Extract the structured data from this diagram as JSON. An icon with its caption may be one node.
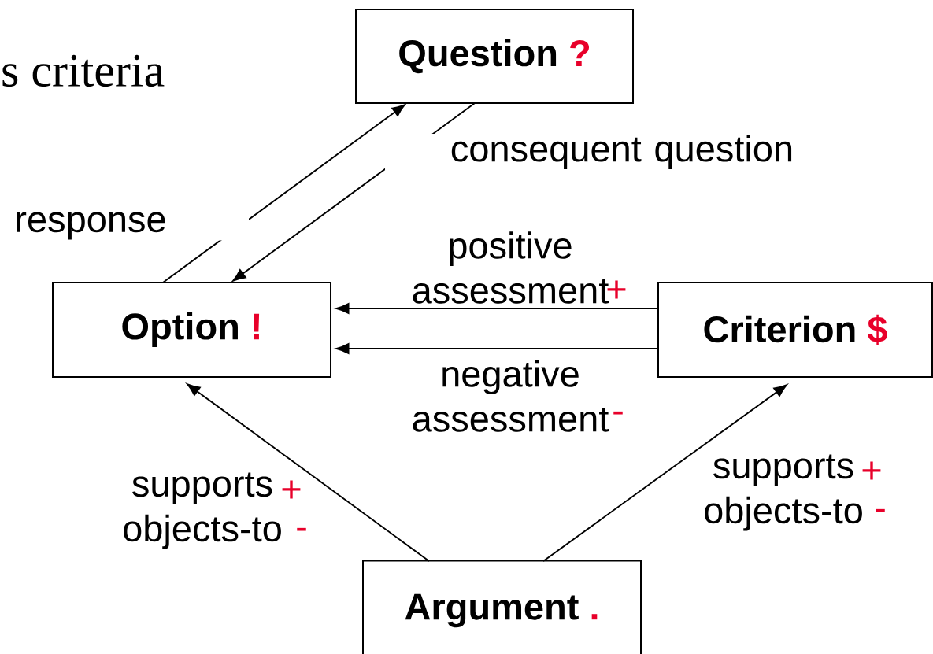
{
  "diagram": {
    "nodes": [
      {
        "text": [
          "Question",
          "?"
        ]
      },
      {
        "text": [
          "Option",
          "!"
        ]
      },
      {
        "text": [
          "Criterion",
          "$"
        ]
      },
      {
        "text": [
          "Argument",
          "."
        ]
      }
    ],
    "edges": [
      {
        "from": 1,
        "to": 0,
        "arrow": "to",
        "label": "response"
      },
      {
        "from": 0,
        "to": 1,
        "arrow": "to",
        "label": "consequent question"
      },
      {
        "from": 2,
        "to": 1,
        "arrow": "to",
        "label": "positive assessment"
      },
      {
        "from": 2,
        "to": 1,
        "arrow": "to",
        "label": "negative assessment"
      },
      {
        "from": 3,
        "to": 1,
        "arrow": "to",
        "label": "supports objects-to"
      },
      {
        "from": 3,
        "to": 2,
        "arrow": "to",
        "label": "supports objects-to"
      }
    ],
    "labels": [
      "s criteria",
      "+",
      "-",
      "+",
      "-",
      "+",
      "-"
    ]
  }
}
